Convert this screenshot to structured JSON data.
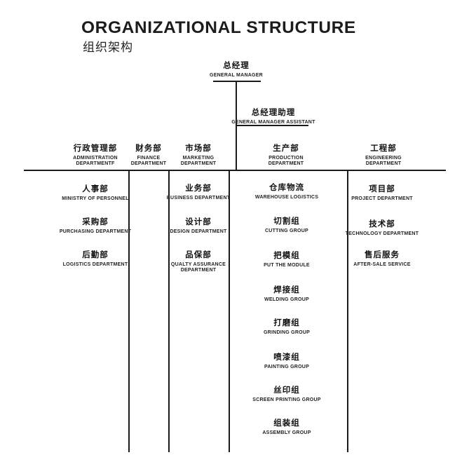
{
  "page": {
    "title": "ORGANIZATIONAL STRUCTURE",
    "subtitle": "组织架构"
  },
  "colors": {
    "ink": "#1a1a1a",
    "background": "#ffffff"
  },
  "root": {
    "zh": "总经理",
    "en": "GENERAL MANAGER"
  },
  "assistant": {
    "zh": "总经理助理",
    "en": "GENERAL MANAGER ASSISTANT"
  },
  "departments": [
    {
      "zh": "行政管理部",
      "en1": "ADMINISTRATION",
      "en2": "DEPARTMENTF",
      "items": [
        {
          "zh": "人事部",
          "en": "MINISTRY OF PERSONNEL"
        },
        {
          "zh": "采购部",
          "en": "PURCHASING DEPARTMENT"
        },
        {
          "zh": "后勤部",
          "en": "LOGISTICS DEPARTMENT"
        }
      ]
    },
    {
      "zh": "财务部",
      "en1": "FINANCE",
      "en2": "DEPARTMENT",
      "items": []
    },
    {
      "zh": "市场部",
      "en1": "MARKETING",
      "en2": "DEPARTMENT",
      "items": [
        {
          "zh": "业务部",
          "en": "BUSINESS DEPARTMENT"
        },
        {
          "zh": "设计部",
          "en": "DESIGN DEPARTMENT"
        },
        {
          "zh": "品保部",
          "en": "QUALTY ASSURANCE DEPARTMENT"
        }
      ]
    },
    {
      "zh": "生产部",
      "en1": "PRODUCTION",
      "en2": "DEPARTMENT",
      "items": [
        {
          "zh": "仓库物流",
          "en": "WAREHOUSE LOGISTICS"
        },
        {
          "zh": "切割组",
          "en": "CUTTING GROUP"
        },
        {
          "zh": "把模组",
          "en": "PUT THE MODULE"
        },
        {
          "zh": "焊接组",
          "en": "WELDING GROUP"
        },
        {
          "zh": "打磨组",
          "en": "GRINDING GROUP"
        },
        {
          "zh": "喷漆组",
          "en": "PAINTING GROUP"
        },
        {
          "zh": "丝印组",
          "en": "SCREEN PRINTING GROUP"
        },
        {
          "zh": "组装组",
          "en": "ASSEMBLY GROUP"
        }
      ]
    },
    {
      "zh": "工程部",
      "en1": "ENGINEERING",
      "en2": "DEPARTMENT",
      "items": [
        {
          "zh": "项目部",
          "en": "PROJECT DEPARTMENT"
        },
        {
          "zh": "技术部",
          "en": "TECHNOLOGY DEPARTMENT"
        },
        {
          "zh": "售后服务",
          "en": "AFTER-SALE SERVICE"
        }
      ]
    }
  ]
}
